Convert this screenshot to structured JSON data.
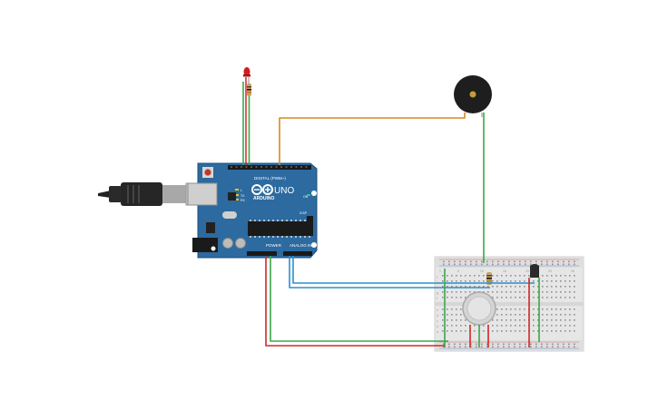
{
  "board": {
    "brand": "ARDUINO",
    "model": "UNO",
    "digital_header": "DIGITAL (PWM~)",
    "power_header": "POWER",
    "analog_header": "ANALOG IN",
    "on_label": "ON",
    "tx_label": "TX",
    "rx_label": "RX",
    "l_label": "L",
    "icsp_label": "ICSP"
  },
  "breadboard": {
    "column_numbers": [
      "1",
      "5",
      "10",
      "15",
      "20",
      "25",
      "30"
    ],
    "row_letters_top": [
      "j",
      "i",
      "h",
      "g",
      "f"
    ],
    "row_letters_bottom": [
      "e",
      "d",
      "c",
      "b",
      "a"
    ]
  },
  "colors": {
    "arduino_blue": "#2c6aa0",
    "wire_green": "#3aa84a",
    "wire_red": "#d22828",
    "wire_blue": "#2a8fd4",
    "wire_orange": "#d98a1f",
    "led_red": "#d11d1d",
    "buzzer_black": "#1e1e1e",
    "sensor_grey": "#cfcfcf",
    "breadboard": "#e6e6e6"
  }
}
